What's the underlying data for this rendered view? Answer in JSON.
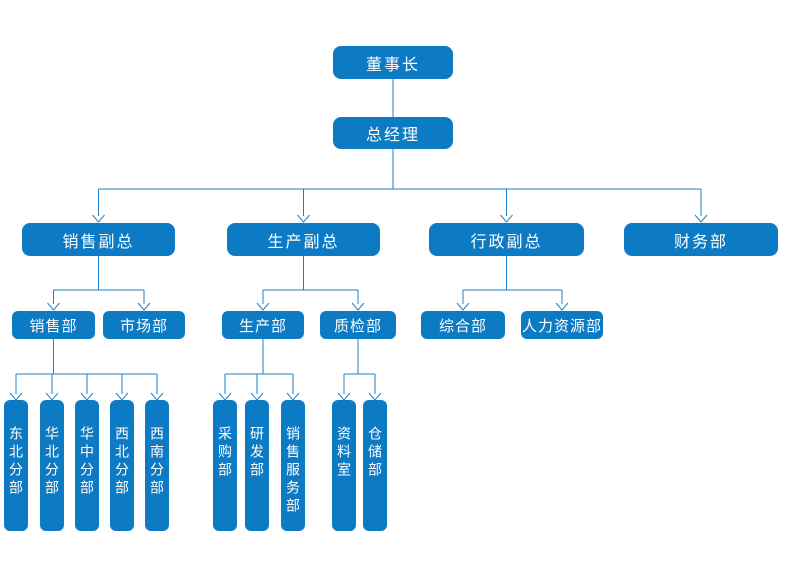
{
  "colors": {
    "node_fill": "#0d7ac4",
    "connector": "#1e81ca",
    "node_text": "#ffffff",
    "background": "#ffffff"
  },
  "tree": {
    "label": "董事长",
    "children": [
      {
        "label": "总经理",
        "children": [
          {
            "label": "销售副总",
            "children": [
              {
                "label": "销售部",
                "children": [
                  {
                    "label": "东北分部"
                  },
                  {
                    "label": "华北分部"
                  },
                  {
                    "label": "华中分部"
                  },
                  {
                    "label": "西北分部"
                  },
                  {
                    "label": "西南分部"
                  }
                ]
              },
              {
                "label": "市场部",
                "children": []
              }
            ]
          },
          {
            "label": "生产副总",
            "children": [
              {
                "label": "生产部",
                "children": [
                  {
                    "label": "采购部"
                  },
                  {
                    "label": "研发部"
                  },
                  {
                    "label": "销售服务部"
                  }
                ]
              },
              {
                "label": "质检部",
                "children": [
                  {
                    "label": "资料室"
                  },
                  {
                    "label": "仓储部"
                  }
                ]
              }
            ]
          },
          {
            "label": "行政副总",
            "children": [
              {
                "label": "综合部"
              },
              {
                "label": "人力资源部"
              }
            ]
          },
          {
            "label": "财务部",
            "children": []
          }
        ]
      }
    ]
  }
}
